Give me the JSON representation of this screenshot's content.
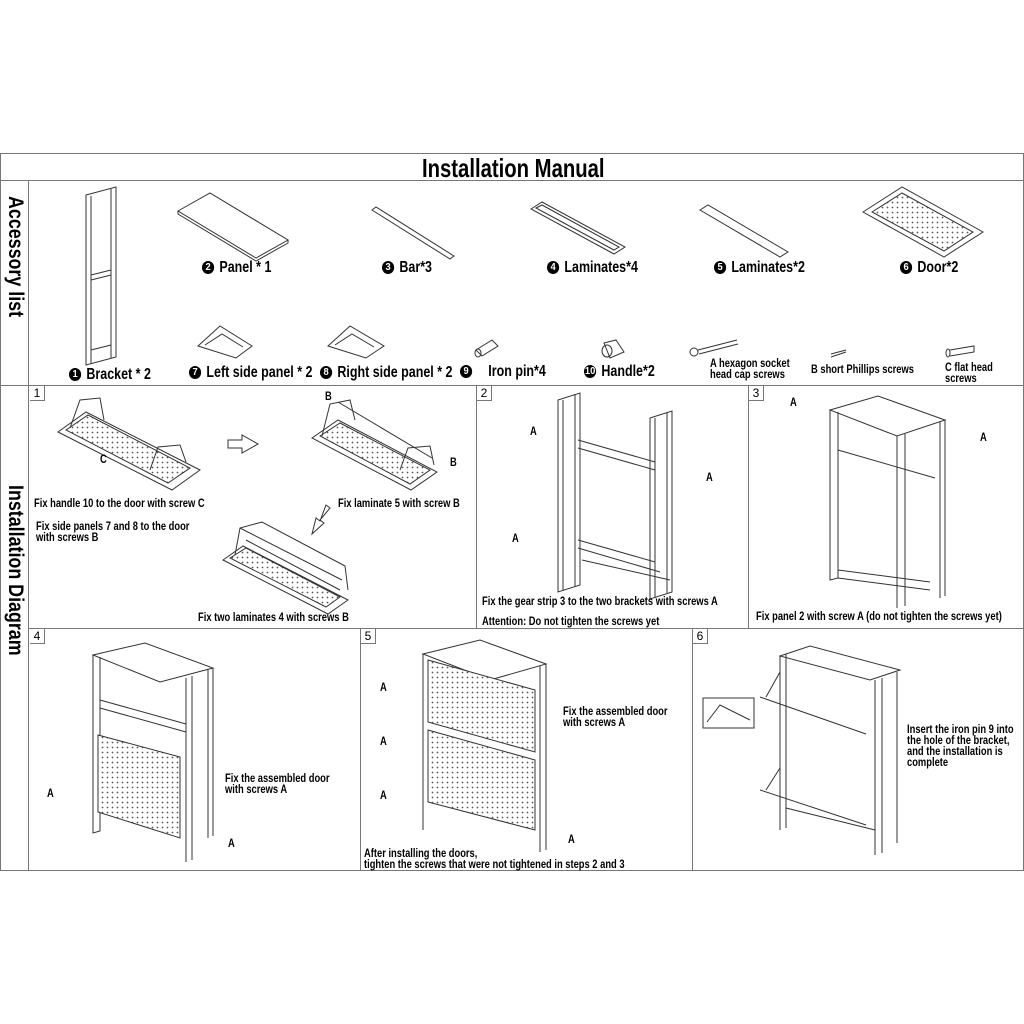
{
  "title": "Installation Manual",
  "sections": {
    "accessory": "Accessory list",
    "installation": "Installation Diagram"
  },
  "accessories": [
    {
      "num": "1",
      "label": "Bracket * 2"
    },
    {
      "num": "2",
      "label": "Panel * 1"
    },
    {
      "num": "3",
      "label": "Bar*3"
    },
    {
      "num": "4",
      "label": "Laminates*4"
    },
    {
      "num": "5",
      "label": "Laminates*2"
    },
    {
      "num": "6",
      "label": "Door*2"
    },
    {
      "num": "7",
      "label": "Left side panel * 2"
    },
    {
      "num": "8",
      "label": "Right side panel * 2"
    },
    {
      "num": "9",
      "label": "Iron pin*4"
    },
    {
      "num": "10",
      "label": "Handle*2"
    }
  ],
  "screws": {
    "a": [
      "A hexagon socket",
      "head cap screws"
    ],
    "b": "B short Phillips screws",
    "c": [
      "C flat head",
      "screws"
    ]
  },
  "steps": [
    {
      "num": "1",
      "texts": [
        "Fix handle 10 to the door with screw C",
        "Fix side panels 7 and 8 to the door",
        "with screws B",
        "Fix laminate 5 with screw B",
        "Fix two laminates 4 with screws B"
      ]
    },
    {
      "num": "2",
      "texts": [
        "Fix the gear strip 3 to the two brackets with screws A",
        "Attention: Do not tighten the screws yet"
      ]
    },
    {
      "num": "3",
      "texts": [
        "Fix panel 2 with screw A (do not tighten the screws yet)"
      ]
    },
    {
      "num": "4",
      "texts": [
        "Fix the assembled door",
        "with screws A"
      ]
    },
    {
      "num": "5",
      "texts": [
        "Fix the assembled door",
        "with screws A",
        "After installing the doors,",
        "tighten the screws that were not tightened in steps 2 and 3"
      ]
    },
    {
      "num": "6",
      "texts": [
        "Insert the iron pin 9 into",
        "the hole of the bracket,",
        "and the installation is",
        "complete"
      ]
    }
  ],
  "callouts": {
    "a": "A",
    "b": "B",
    "c": "C"
  }
}
